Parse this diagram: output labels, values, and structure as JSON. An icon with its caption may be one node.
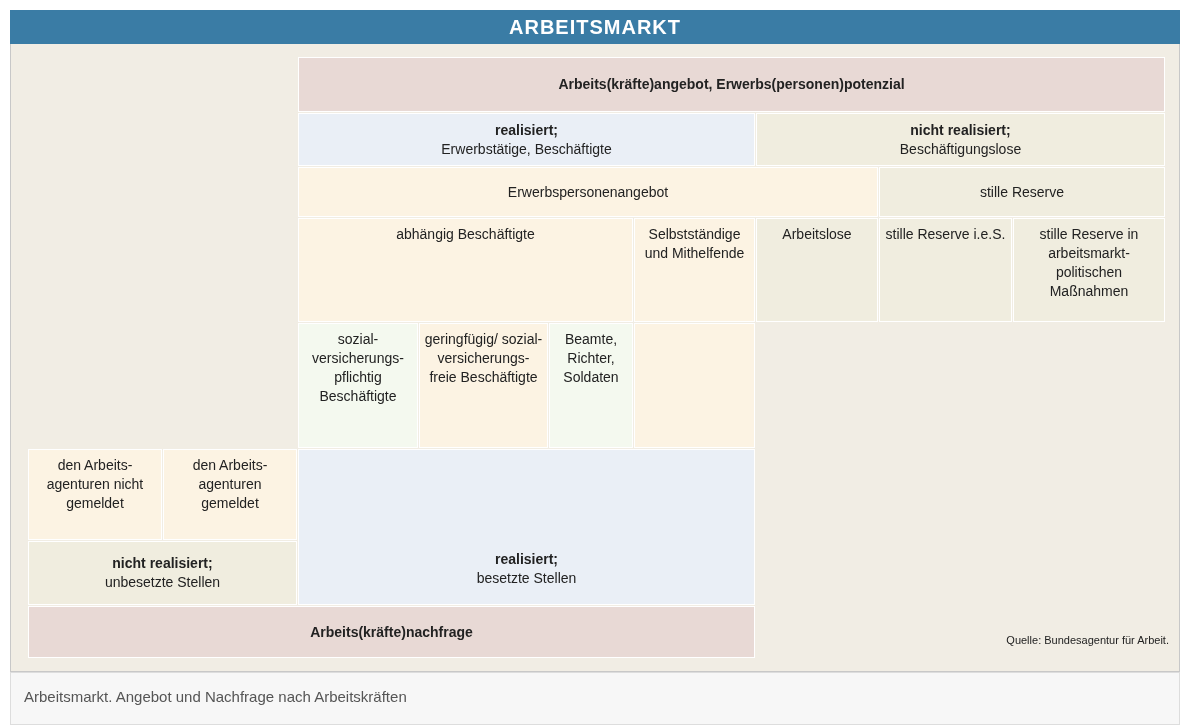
{
  "diagram": {
    "title": "ARBEITSMARKT",
    "caption": "Arbeitsmarkt. Angebot und Nachfrage nach Arbeitskräften",
    "nodes": [
      {
        "text": [
          "Arbeits(kräfte)angebot, Erwerbs(personen)potenzial"
        ]
      },
      {
        "text": [
          "realisiert;",
          "Erwerbstätige, Beschäftigte"
        ]
      },
      {
        "text": [
          "nicht realisiert;",
          "Beschäftigungslose"
        ]
      },
      {
        "text": [
          "Erwerbspersonenangebot"
        ]
      },
      {
        "text": [
          "stille Reserve"
        ]
      },
      {
        "text": [
          "abhängig Beschäftigte"
        ]
      },
      {
        "text": [
          "Selbstständige und Mithelfende"
        ]
      },
      {
        "text": [
          "Arbeitslose"
        ]
      },
      {
        "text": [
          "stille Reserve i.e.S."
        ]
      },
      {
        "text": [
          "stille Reserve in arbeitsmarkt- politischen Maßnahmen"
        ]
      },
      {
        "text": [
          "sozial- versicherungs- pflichtig Beschäftigte"
        ]
      },
      {
        "text": [
          "geringfügig/ sozial- versicherungs- freie Beschäftigte"
        ]
      },
      {
        "text": [
          "Beamte, Richter, Soldaten"
        ]
      },
      {
        "text": [],
        "shape": "box"
      },
      {
        "text": [
          "den Arbeits- agenturen nicht gemeldet"
        ]
      },
      {
        "text": [
          "den Arbeits- agenturen gemeldet"
        ]
      },
      {
        "text": [
          "nicht realisiert;",
          "unbesetzte Stellen"
        ]
      },
      {
        "text": [
          "realisiert;",
          "besetzte Stellen"
        ]
      },
      {
        "text": [
          "Arbeits(kräfte)nachfrage"
        ]
      }
    ],
    "edges": [],
    "labels": [
      "Quelle: Bundesagentur für Arbeit."
    ]
  }
}
